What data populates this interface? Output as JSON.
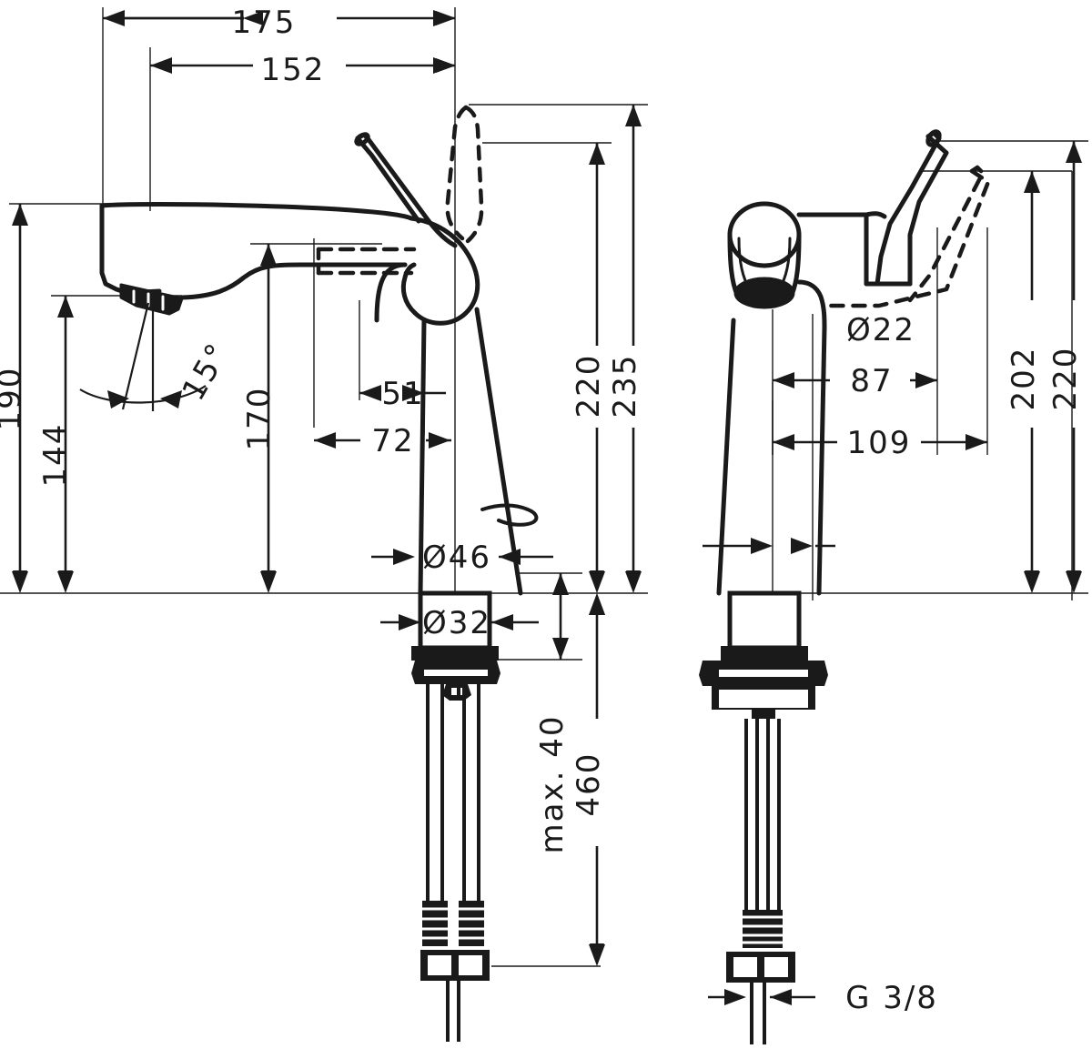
{
  "drawing": {
    "type": "technical-dimension-drawing",
    "subject": "single-lever basin mixer faucet",
    "views": [
      {
        "id": "side-view",
        "label": "side elevation"
      },
      {
        "id": "front-view",
        "label": "front elevation"
      }
    ],
    "units": "mm",
    "line_color": "#1a1a1a",
    "background_color": "#ffffff"
  },
  "dimensions": {
    "horizontal_top": [
      {
        "id": "d175",
        "value": "175"
      },
      {
        "id": "d152",
        "value": "152"
      }
    ],
    "vertical_left": [
      {
        "id": "d190",
        "value": "190"
      },
      {
        "id": "d144",
        "value": "144"
      },
      {
        "id": "d170",
        "value": "170"
      }
    ],
    "angle": [
      {
        "id": "a15",
        "value": "15°"
      }
    ],
    "horizontal_mid": [
      {
        "id": "d51",
        "value": "51"
      },
      {
        "id": "d72",
        "value": "72"
      }
    ],
    "diameters_side": [
      {
        "id": "d46",
        "value": "Ø46"
      },
      {
        "id": "d32",
        "value": "Ø32"
      }
    ],
    "vertical_right_side": [
      {
        "id": "d220",
        "value": "220"
      },
      {
        "id": "d235",
        "value": "235"
      },
      {
        "id": "dmax40",
        "value": "max. 40"
      },
      {
        "id": "d460",
        "value": "460"
      }
    ],
    "front_view": [
      {
        "id": "d22",
        "value": "Ø22"
      },
      {
        "id": "d87",
        "value": "87"
      },
      {
        "id": "d109",
        "value": "109"
      },
      {
        "id": "d202",
        "value": "202"
      },
      {
        "id": "d220r",
        "value": "220"
      }
    ],
    "thread": [
      {
        "id": "g38",
        "value": "G 3/8"
      }
    ]
  }
}
